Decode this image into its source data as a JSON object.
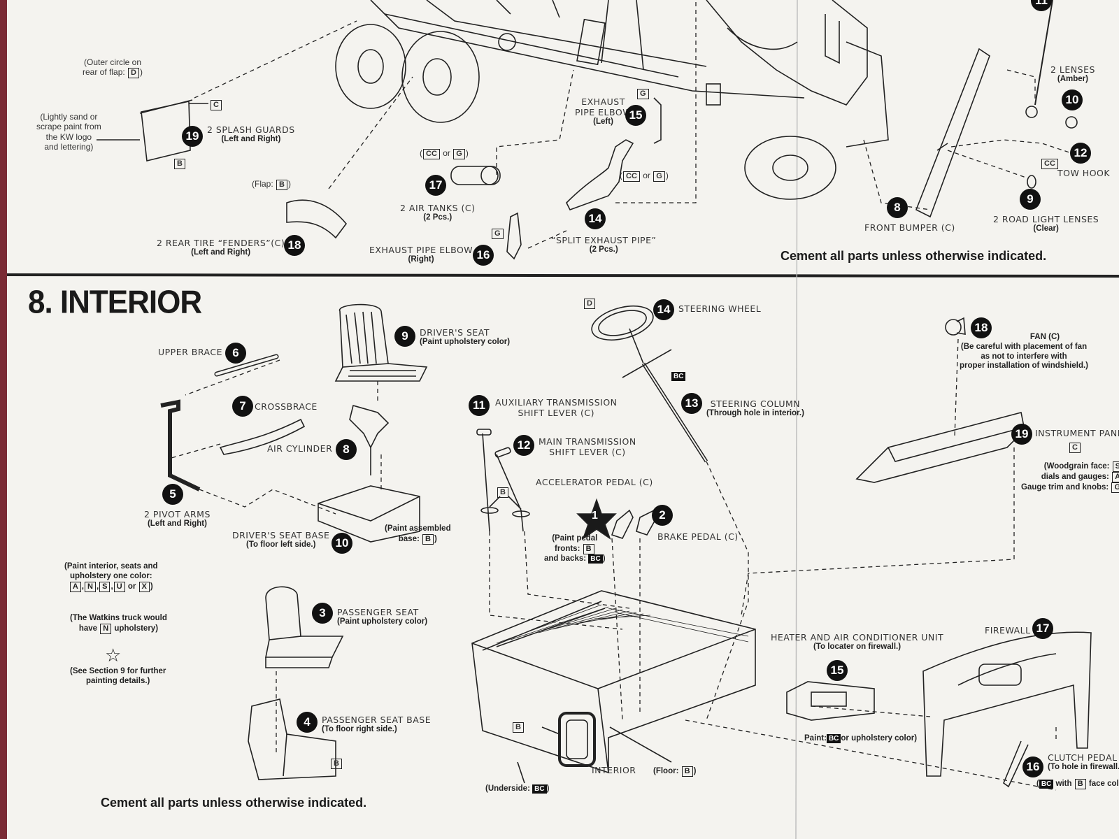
{
  "section_title": "8. INTERIOR",
  "cement_note": "Cement all parts unless otherwise indicated.",
  "top": {
    "outer_circle": {
      "line1": "(Outer circle on",
      "line2": "rear of flap:",
      "box": "D",
      "close": ")"
    },
    "sand_note": {
      "line1": "(Lightly sand or",
      "line2": "scrape paint from",
      "line3": "the KW logo",
      "line4": "and lettering)"
    },
    "box_c": "C",
    "box_b": "B",
    "splash": {
      "num": "19",
      "name": "2 SPLASH GUARDS",
      "sub": "(Left and Right)"
    },
    "flap": {
      "text": "(Flap:",
      "box": "B",
      "close": ")"
    },
    "fenders": {
      "num": "18",
      "name": "2 REAR TIRE “FENDERS”(C)",
      "sub": "(Left and Right)"
    },
    "air_tanks": {
      "num": "17",
      "name": "2 AIR TANKS (C)",
      "sub": "(2 Pcs.)",
      "open": "(",
      "box1": "CC",
      "or": "or",
      "box2": "G",
      "close": ")"
    },
    "exhaust_right": {
      "num": "16",
      "name": "EXHAUST PIPE ELBOW",
      "sub": "(Right)",
      "box": "G"
    },
    "exhaust_left": {
      "num": "15",
      "line1": "EXHAUST",
      "line2": "PIPE ELBOW",
      "sub": "(Left)",
      "box": "G"
    },
    "split_pipe": {
      "num": "14",
      "name": "“SPLIT EXHAUST PIPE”",
      "sub": "(2 Pcs.)",
      "open": "(",
      "box1": "CC",
      "or": "or",
      "box2": "G",
      "close": ")"
    },
    "front_bumper": {
      "num": "8",
      "name": "FRONT BUMPER (C)"
    },
    "lenses": {
      "num": "10",
      "name": "2 LENSES",
      "sub": "(Amber)"
    },
    "tow_hook": {
      "num": "12",
      "name": "TOW HOOK",
      "box": "CC"
    },
    "road_light": {
      "num": "9",
      "name": "2 ROAD LIGHT LENSES",
      "sub": "(Clear)"
    },
    "top_num": "11"
  },
  "interior": {
    "upper_brace": {
      "num": "6",
      "name": "UPPER BRACE"
    },
    "crossbrace": {
      "num": "7",
      "name": "CROSSBRACE"
    },
    "air_cylinder": {
      "num": "8",
      "name": "AIR CYLINDER"
    },
    "pivot_arms": {
      "num": "5",
      "name": "2 PIVOT ARMS",
      "sub": "(Left and Right)"
    },
    "drivers_seat": {
      "num": "9",
      "name": "DRIVER'S SEAT",
      "sub": "(Paint upholstery color)"
    },
    "seat_base": {
      "num": "10",
      "name": "DRIVER'S SEAT BASE",
      "sub": "(To floor left side.)"
    },
    "assembled_base": {
      "line1": "(Paint assembled",
      "line2": "base:",
      "box": "B",
      "close": ")"
    },
    "paint_interior": {
      "line1": "(Paint interior, seats and",
      "line2": "upholstery one color:",
      "boxes": [
        "A",
        "N",
        "S",
        "U"
      ],
      "or": "or",
      "last": "X",
      "close": ")"
    },
    "watkins": {
      "line1": "(The Watkins truck would",
      "line2": "have",
      "box": "N",
      "line2b": "upholstery)"
    },
    "see_section": {
      "line1": "(See Section 9 for further",
      "line2": "painting details.)",
      "star": "☆"
    },
    "passenger_seat": {
      "num": "3",
      "name": "PASSENGER SEAT",
      "sub": "(Paint upholstery color)"
    },
    "passenger_base": {
      "num": "4",
      "name": "PASSENGER SEAT BASE",
      "sub": "(To floor right side.)",
      "box": "B"
    },
    "aux_shift": {
      "num": "11",
      "line1": "AUXILIARY TRANSMISSION",
      "line2": "SHIFT LEVER (C)"
    },
    "main_shift": {
      "num": "12",
      "line1": "MAIN TRANSMISSION",
      "line2": "SHIFT LEVER (C)"
    },
    "lever_box": "B",
    "accel": {
      "num": "1",
      "name": "ACCELERATOR PEDAL (C)"
    },
    "brake": {
      "num": "2",
      "name": "BRAKE PEDAL (C)"
    },
    "pedal_paint": {
      "line1": "(Paint pedal",
      "line2": "fronts:",
      "box": "B",
      "line3": "and backs:",
      "box2": "BC",
      "close": ")"
    },
    "steering_wheel": {
      "num": "14",
      "name": "STEERING WHEEL",
      "box": "D"
    },
    "steering_col": {
      "num": "13",
      "name": "STEERING COLUMN",
      "sub": "(Through hole in interior.)",
      "box": "BC"
    },
    "interior_label": "INTERIOR",
    "underside": {
      "text": "(Underside:",
      "box": "BC",
      "close": ")"
    },
    "floor": {
      "text": "(Floor:",
      "box": "B",
      "close": ")"
    },
    "tub_box": "B",
    "fan": {
      "num": "18",
      "name": "FAN (C)",
      "line1": "(Be careful with placement of fan",
      "line2": "as not to interfere with",
      "line3": "proper installation of windshield.)"
    },
    "instrument": {
      "num": "19",
      "name": "INSTRUMENT PANI",
      "box": "C",
      "line1": "(Woodgrain face:",
      "box1": "S",
      "line2": "dials and gauges:",
      "box2": "A",
      "line3": "Gauge trim and knobs:",
      "box3": "G"
    },
    "heater": {
      "num": "15",
      "name": "HEATER AND AIR CONDITIONER UNIT",
      "sub": "(To locater on firewall.)",
      "paint": "Paint:",
      "box": "BC",
      "paint2": "or upholstery color)"
    },
    "firewall": {
      "num": "17",
      "name": "FIREWALL"
    },
    "clutch": {
      "num": "16",
      "name": "CLUTCH PEDAL (C",
      "sub": "(To hole in firewall.)",
      "open": "(",
      "box": "BC",
      "with": "with",
      "box2": "B",
      "face": "face col"
    }
  }
}
